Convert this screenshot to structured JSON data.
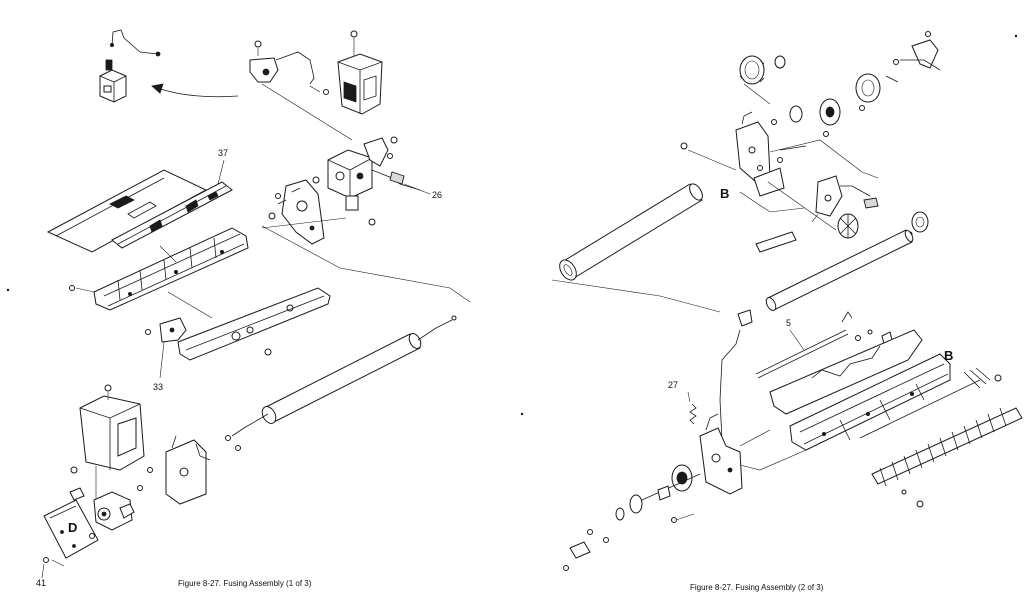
{
  "left_figure": {
    "labels": {
      "part_37": "37",
      "part_26": "26",
      "part_33": "33",
      "part_41": "41",
      "letter_d": "D"
    },
    "caption": {
      "prefix": "Figure 8-27.  Fusing Assembly ",
      "suffix": "(1 of 3)"
    }
  },
  "right_figure": {
    "labels": {
      "letter_b_top": "B",
      "letter_b_right": "B",
      "part_5": "5",
      "part_27": "27"
    },
    "caption": {
      "prefix": "Figure 8-27.  Fusing Assembly ",
      "suffix": "(2 of 3)"
    }
  }
}
